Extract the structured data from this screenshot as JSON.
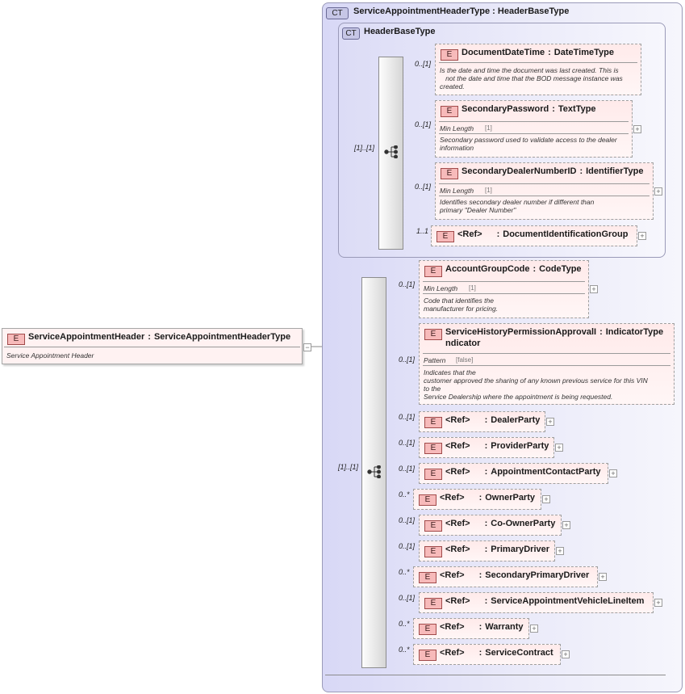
{
  "root": {
    "badge": "E",
    "name": "ServiceAppointmentHeader",
    "type": "ServiceAppointmentHeaderType",
    "doc": "Service Appointment Header"
  },
  "complex_type": {
    "badge": "CT",
    "title": "ServiceAppointmentHeaderType : HeaderBaseType",
    "inner_badge": "CT",
    "inner_title": "HeaderBaseType"
  },
  "separator": ":",
  "sequence_occurrence": "[1]..[1]",
  "base_elements": [
    {
      "occ": "0..[1]",
      "name": "DocumentDateTime",
      "type": "DateTimeType",
      "facet": "",
      "facet_value": "",
      "doc": [
        "Is the date and time the document was last created. This is",
        "   not the date and time that the BOD message instance was",
        "created."
      ]
    },
    {
      "occ": "0..[1]",
      "name": "SecondaryPassword",
      "type": "TextType",
      "facet": "Min Length",
      "facet_value": "[1]",
      "doc": [
        "Secondary password used to validate access to the dealer",
        "information"
      ]
    },
    {
      "occ": "0..[1]",
      "name": "SecondaryDealerNumberID",
      "type": "IdentifierType",
      "facet": "Min Length",
      "facet_value": "[1]",
      "doc": [
        "Identifies secondary dealer number if different than",
        "primary \"Dealer Number\""
      ]
    },
    {
      "occ": "1..1",
      "ref": "<Ref>",
      "name": "DocumentIdentificationGroup"
    }
  ],
  "elements": [
    {
      "occ": "0..[1]",
      "name": "AccountGroupCode",
      "type": "CodeType",
      "facet": "Min Length",
      "facet_value": "[1]",
      "doc": [
        "Code that identifies the",
        "manufacturer for pricing."
      ]
    },
    {
      "occ": "0..[1]",
      "name": "ServiceHistoryPermissionApprovalI",
      "type": "IndicatorType",
      "name_cont": "ndicator",
      "facet": "Pattern",
      "facet_value": "[false]",
      "doc": [
        "Indicates that the",
        "customer approved the sharing of any known previous service for this VIN",
        "to the",
        "Service Dealership where the appointment is being requested."
      ]
    },
    {
      "occ": "0..[1]",
      "ref": "<Ref>",
      "name": "DealerParty"
    },
    {
      "occ": "0..[1]",
      "ref": "<Ref>",
      "name": "ProviderParty"
    },
    {
      "occ": "0..[1]",
      "ref": "<Ref>",
      "name": "AppointmentContactParty"
    },
    {
      "occ": "0..*",
      "ref": "<Ref>",
      "name": "OwnerParty"
    },
    {
      "occ": "0..[1]",
      "ref": "<Ref>",
      "name": "Co-OwnerParty"
    },
    {
      "occ": "0..[1]",
      "ref": "<Ref>",
      "name": "PrimaryDriver"
    },
    {
      "occ": "0..*",
      "ref": "<Ref>",
      "name": "SecondaryPrimaryDriver"
    },
    {
      "occ": "0..[1]",
      "ref": "<Ref>",
      "name": "ServiceAppointmentVehicleLineItem"
    },
    {
      "occ": "0..*",
      "ref": "<Ref>",
      "name": "Warranty"
    },
    {
      "occ": "0..*",
      "ref": "<Ref>",
      "name": "ServiceContract"
    }
  ],
  "expand_symbol": "+",
  "collapse_symbol": "−",
  "colors": {
    "element_fill": "#fff2f2",
    "badge_fill": "#f7baba",
    "ct_fill": "#dcdcf6"
  }
}
